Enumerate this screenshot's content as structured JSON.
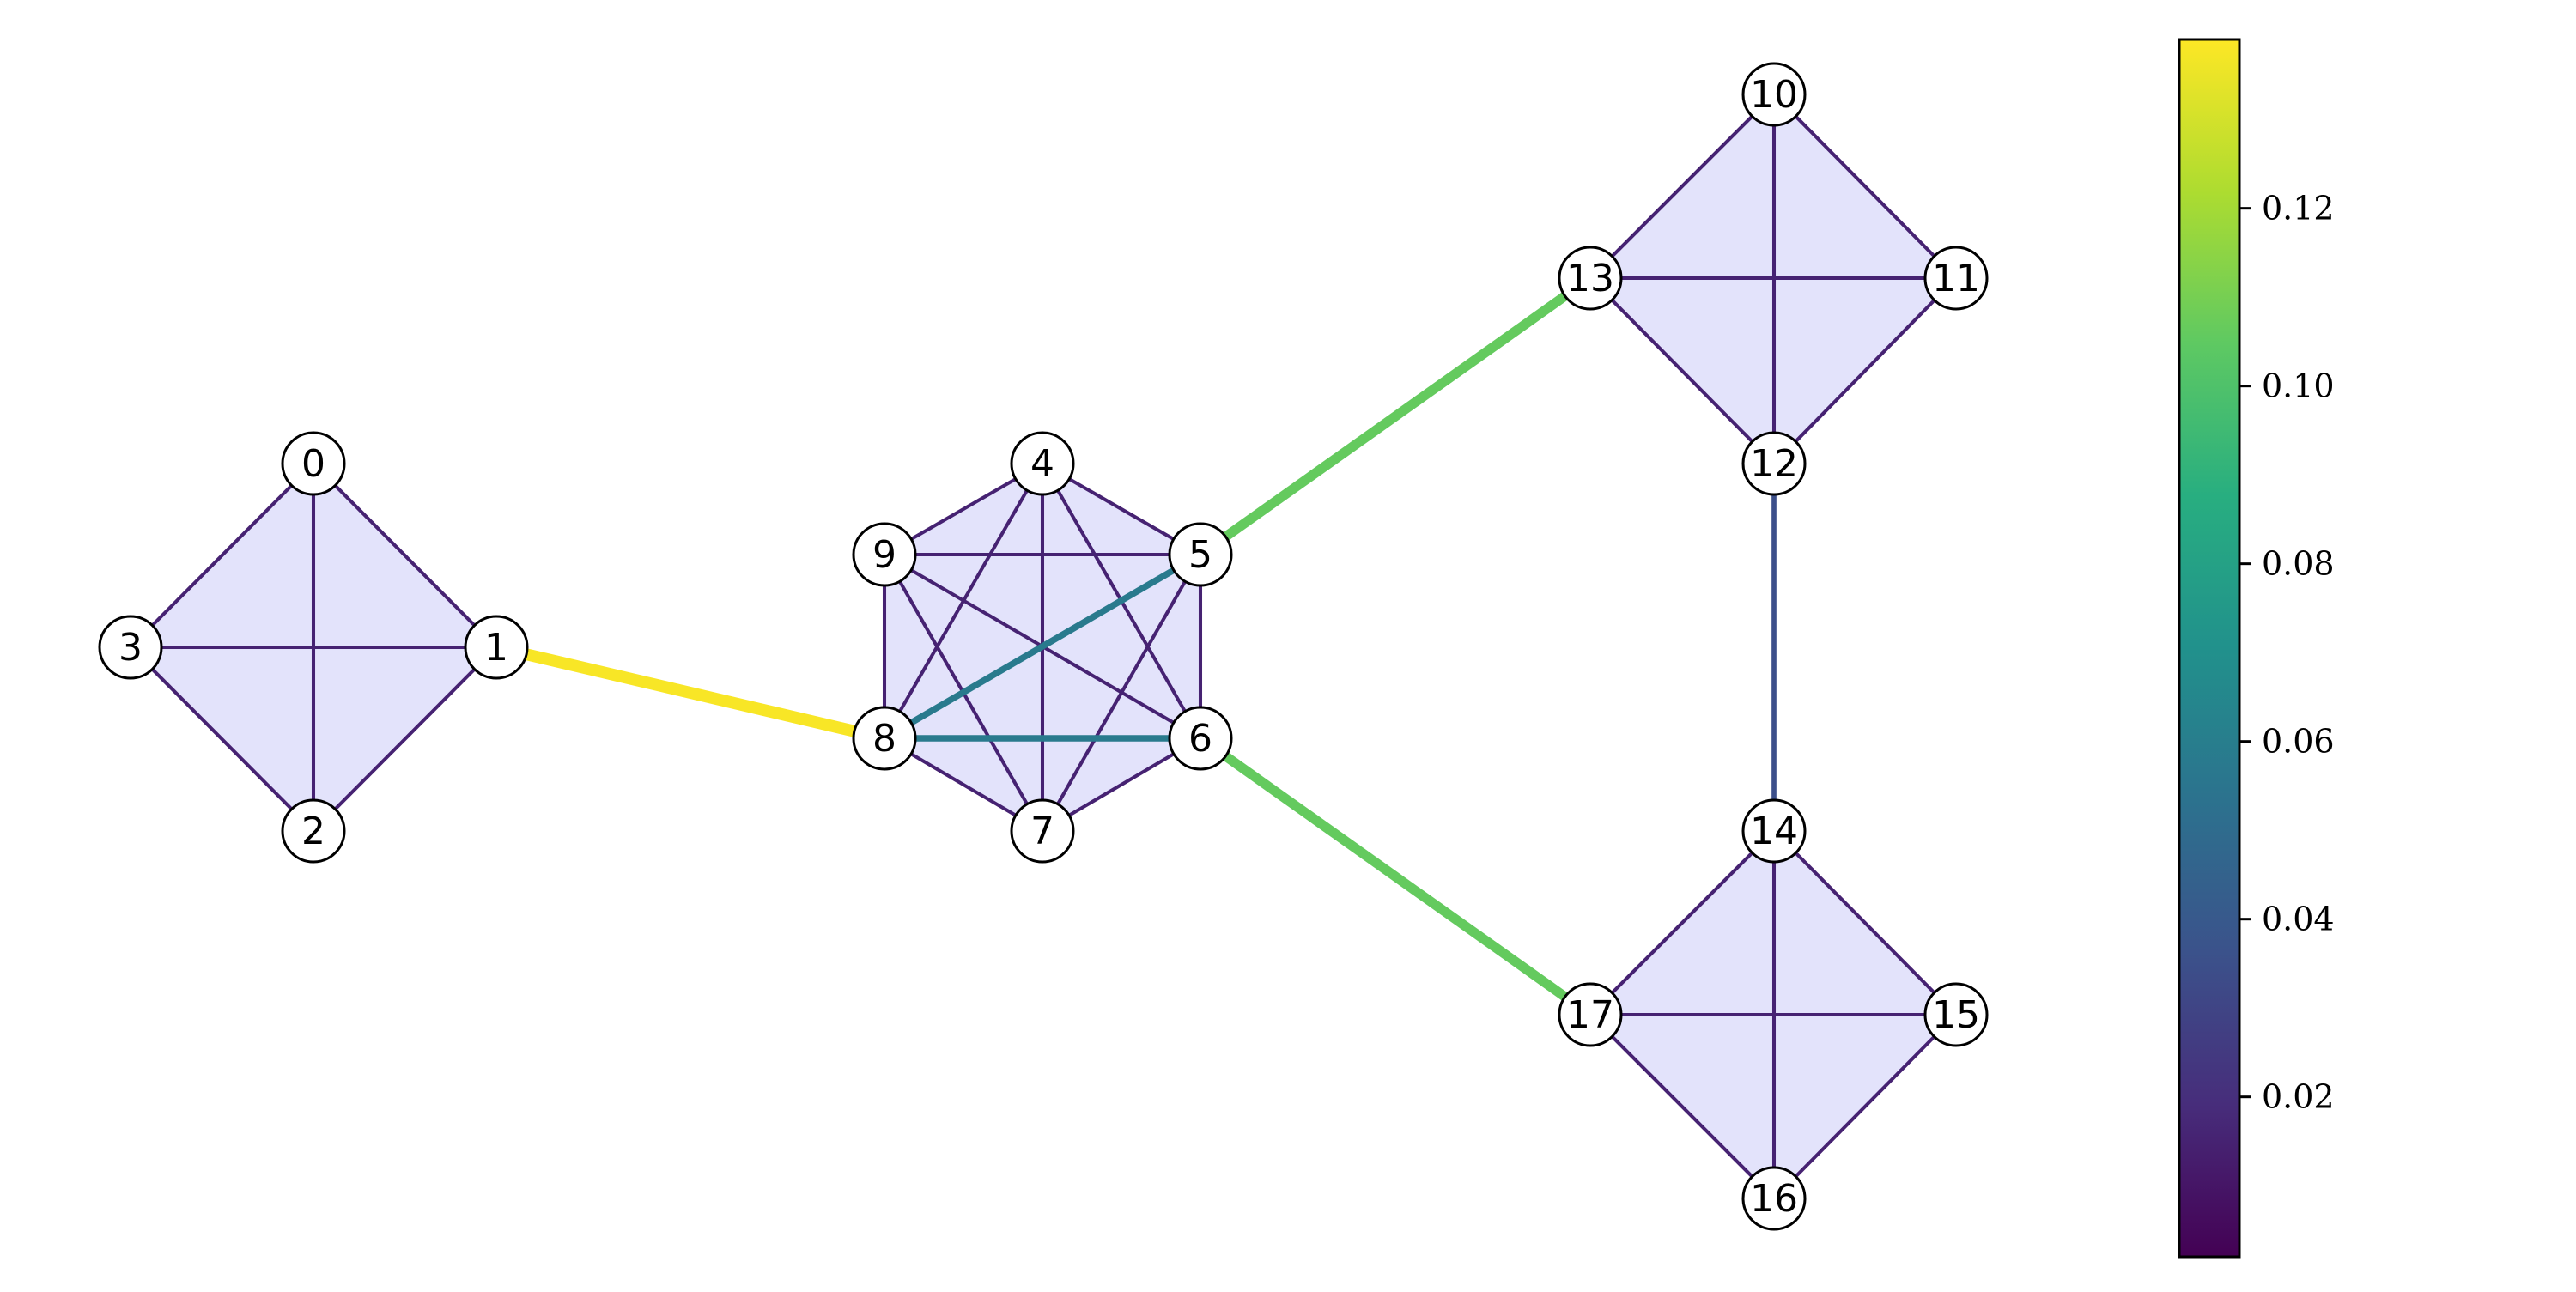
{
  "graph": {
    "nodes": [
      {
        "id": "0",
        "label": "0"
      },
      {
        "id": "1",
        "label": "1"
      },
      {
        "id": "2",
        "label": "2"
      },
      {
        "id": "3",
        "label": "3"
      },
      {
        "id": "4",
        "label": "4"
      },
      {
        "id": "5",
        "label": "5"
      },
      {
        "id": "6",
        "label": "6"
      },
      {
        "id": "7",
        "label": "7"
      },
      {
        "id": "8",
        "label": "8"
      },
      {
        "id": "9",
        "label": "9"
      },
      {
        "id": "10",
        "label": "10"
      },
      {
        "id": "11",
        "label": "11"
      },
      {
        "id": "12",
        "label": "12"
      },
      {
        "id": "13",
        "label": "13"
      },
      {
        "id": "14",
        "label": "14"
      },
      {
        "id": "15",
        "label": "15"
      },
      {
        "id": "16",
        "label": "16"
      },
      {
        "id": "17",
        "label": "17"
      }
    ],
    "cliques": [
      [
        "0",
        "1",
        "2",
        "3"
      ],
      [
        "4",
        "5",
        "6",
        "7",
        "8",
        "9"
      ],
      [
        "10",
        "11",
        "12",
        "13"
      ],
      [
        "14",
        "15",
        "16",
        "17"
      ]
    ],
    "edges": [
      {
        "source": "1",
        "target": "8",
        "weight": 0.138
      },
      {
        "source": "5",
        "target": "13",
        "weight": 0.106
      },
      {
        "source": "6",
        "target": "17",
        "weight": 0.106
      },
      {
        "source": "5",
        "target": "8",
        "weight": 0.058
      },
      {
        "source": "6",
        "target": "8",
        "weight": 0.058
      },
      {
        "source": "12",
        "target": "14",
        "weight": 0.035
      }
    ],
    "default_intra_weight": 0.015,
    "clique_fill_color": "#e3e3fb"
  },
  "colorbar": {
    "min": 0.002,
    "max": 0.139,
    "ticks": [
      "0.02",
      "0.04",
      "0.06",
      "0.08",
      "0.10",
      "0.12"
    ],
    "colormap": "viridis"
  }
}
